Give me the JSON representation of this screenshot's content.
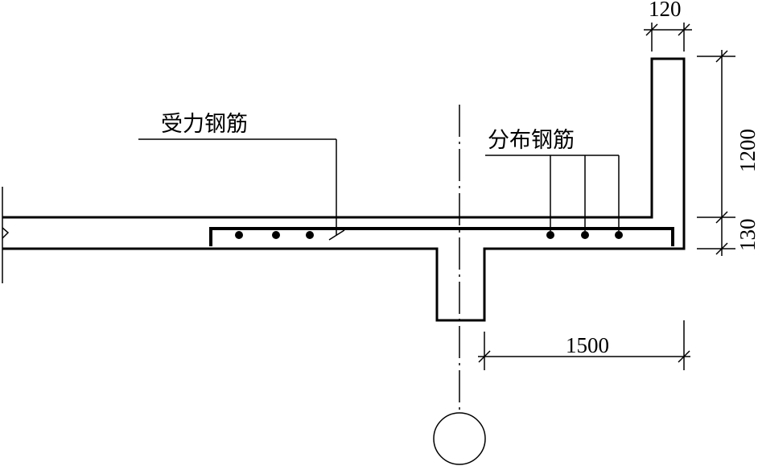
{
  "labels": {
    "main_rebar": "受力钢筋",
    "distribution_rebar": "分布钢筋"
  },
  "dimensions": {
    "parapet_thickness": "120",
    "parapet_height": "1200",
    "slab_thickness": "130",
    "overhang_length": "1500"
  },
  "colors": {
    "line": "#000000",
    "background": "#ffffff"
  }
}
